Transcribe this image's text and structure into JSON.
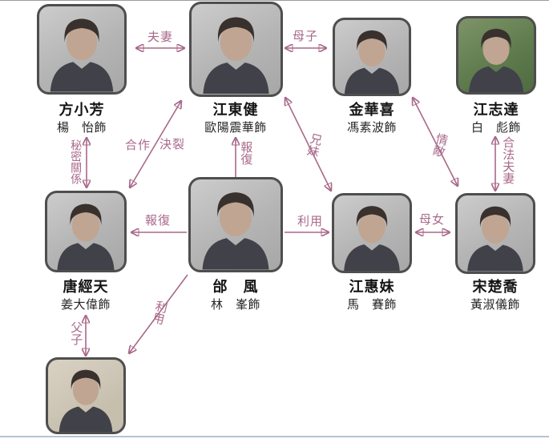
{
  "colors": {
    "background": "#ffffff",
    "accent_relationship": "#a8698a",
    "photo_border": "#4e4e4e",
    "name_text": "#141414",
    "actor_text": "#262626",
    "top_border": "#9c9c9c",
    "bottom_border": "#b6c3d6"
  },
  "characters": [
    {
      "name": "方小芳",
      "actor": "楊　怡飾"
    },
    {
      "name": "江東健",
      "actor": "歐陽震華飾"
    },
    {
      "name": "金華喜",
      "actor": "馮素波飾"
    },
    {
      "name": "江志達",
      "actor": "白　彪飾"
    },
    {
      "name": "唐經天",
      "actor": "姜大偉飾"
    },
    {
      "name": "邰　風",
      "actor": "林　峯飾"
    },
    {
      "name": "江惠妹",
      "actor": "馬　賽飾"
    },
    {
      "name": "宋楚喬",
      "actor": "黃淑儀飾"
    },
    {
      "name": "",
      "actor": ""
    }
  ],
  "relationships": [
    {
      "label": "夫妻",
      "between": [
        "方小芳",
        "江東健"
      ],
      "arrows": "both"
    },
    {
      "label": "母子",
      "between": [
        "江東健",
        "金華喜"
      ],
      "arrows": "both"
    },
    {
      "label": "秘密關係",
      "between": [
        "方小芳",
        "唐經天"
      ],
      "arrows": "both"
    },
    {
      "label": "合作／決裂",
      "parts": [
        "合作",
        "決裂"
      ],
      "between": [
        "唐經天",
        "江東健"
      ],
      "arrows": "both"
    },
    {
      "label": "報復",
      "from": "邰風",
      "to": "江東健",
      "arrows": "single"
    },
    {
      "label": "兄妹",
      "between": [
        "江東健",
        "江惠妹"
      ],
      "arrows": "both"
    },
    {
      "label": "情敵",
      "between": [
        "金華喜",
        "宋楚喬"
      ],
      "arrows": "both"
    },
    {
      "label": "合法夫妻",
      "between": [
        "江志達",
        "宋楚喬"
      ],
      "arrows": "both"
    },
    {
      "label": "報復",
      "from": "邰風",
      "to": "唐經天",
      "arrows": "single"
    },
    {
      "label": "利用",
      "from": "邰風",
      "to": "江惠妹",
      "arrows": "single"
    },
    {
      "label": "母女",
      "between": [
        "江惠妹",
        "宋楚喬"
      ],
      "arrows": "both"
    },
    {
      "label": "父子",
      "between": [
        "唐經天",
        ""
      ],
      "arrows": "both"
    },
    {
      "label": "利用",
      "from": "邰風",
      "to": "",
      "arrows": "single"
    }
  ]
}
